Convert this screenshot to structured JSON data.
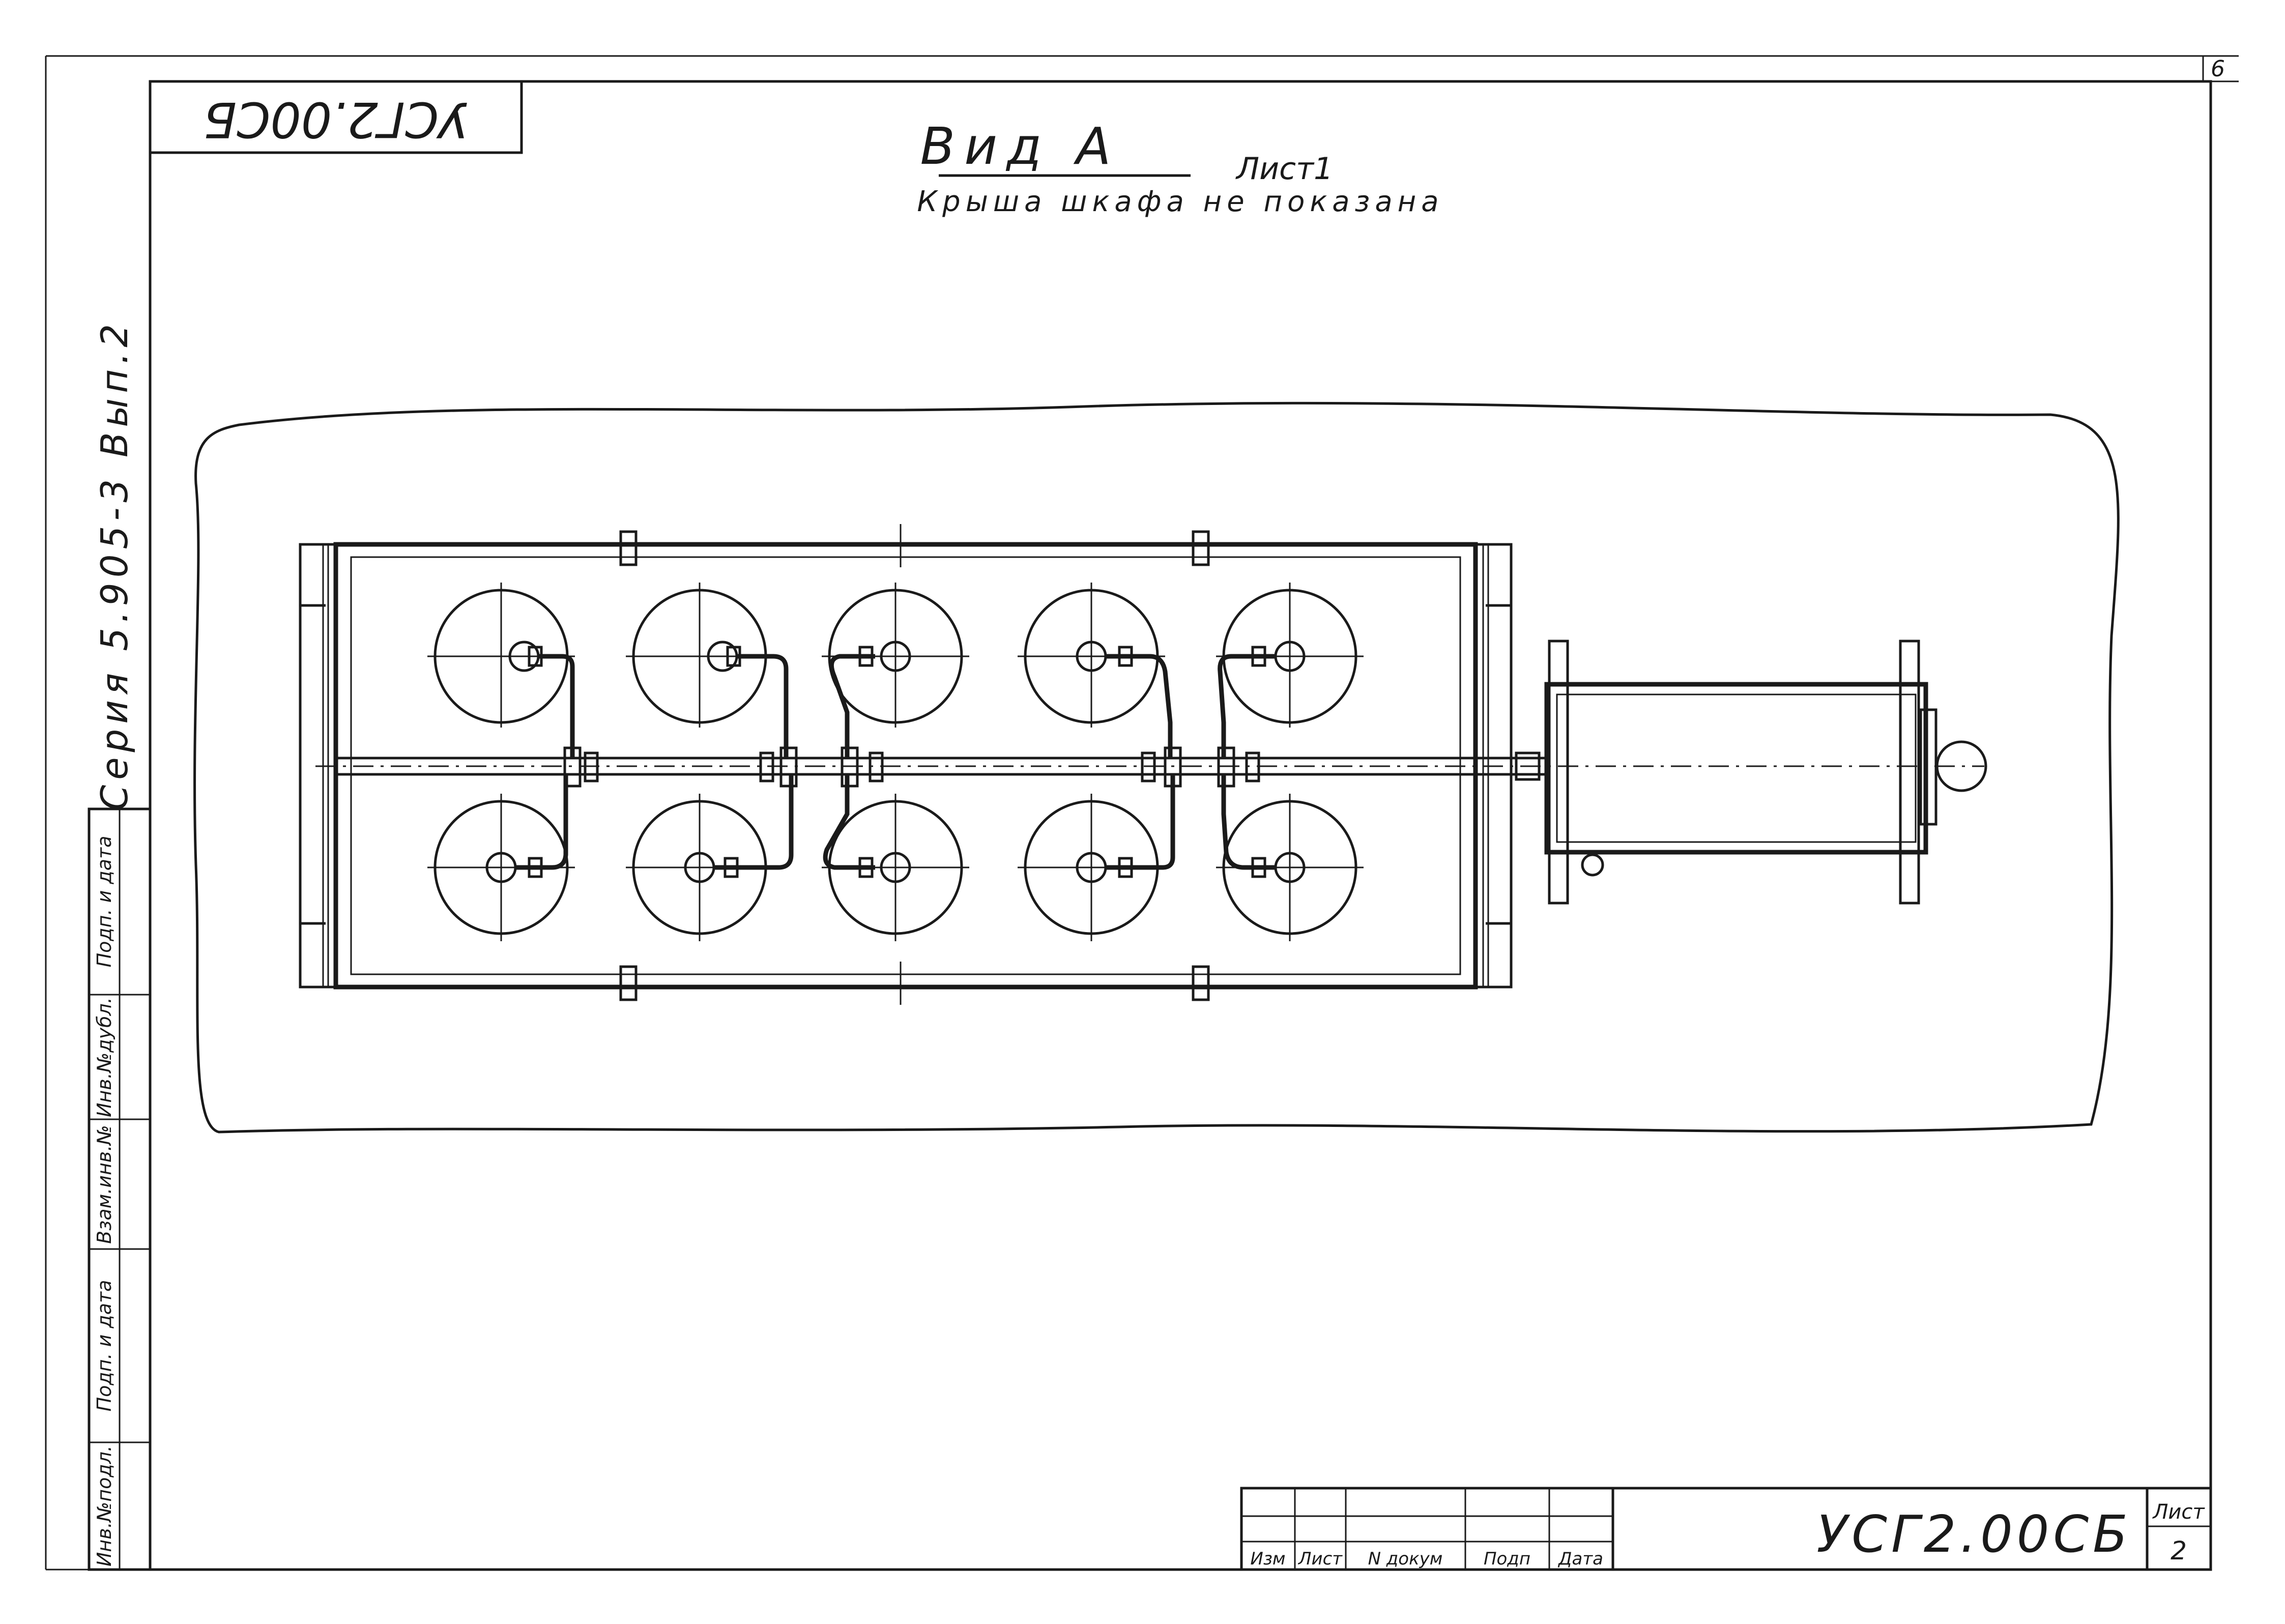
{
  "drawing": {
    "code_upside_down": "УСГ2.00СБ",
    "sheet_number_corner": "6",
    "title_main": "Вид А",
    "title_sheet": "Лист1",
    "title_note": "Крыша шкафа не показана",
    "series_vertical": "Серия 5.905-3 Вып.2",
    "side_stamp": [
      "Инв.№подл.",
      "Подп. и дата",
      "Взам.инв.№",
      "Инв.№дубл.",
      "Подп. и дата"
    ],
    "title_block": {
      "columns": [
        "Изм",
        "Лист",
        "N докум",
        "Подп",
        "Дата"
      ],
      "code": "УСГ2.00СБ",
      "sheet_label": "Лист",
      "sheet_value": "2"
    }
  }
}
